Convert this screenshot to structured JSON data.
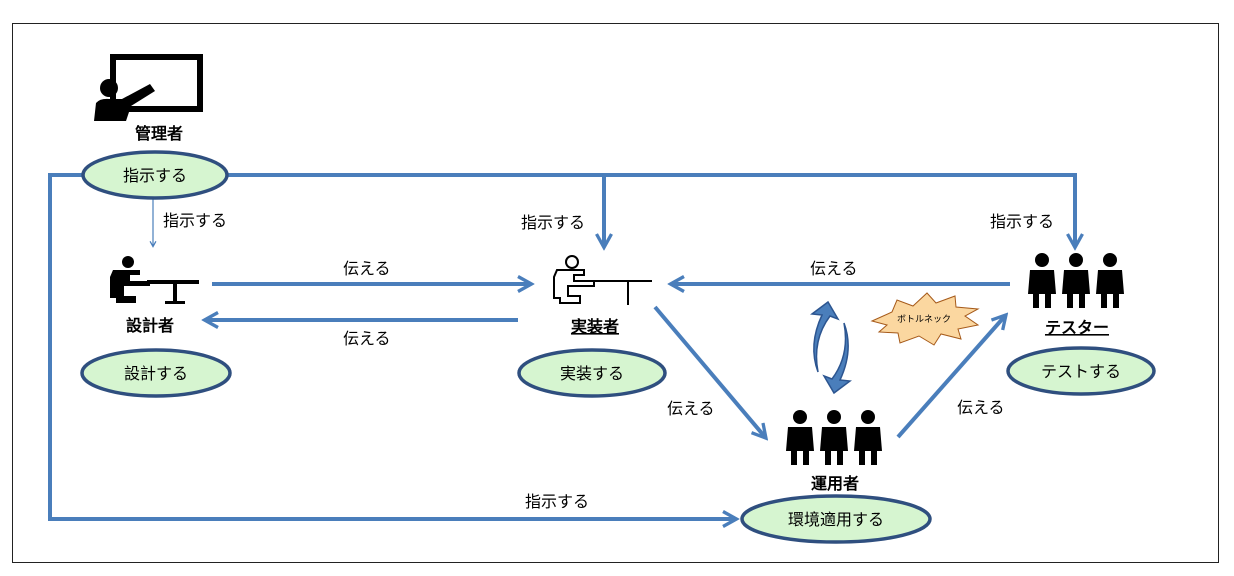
{
  "roles": {
    "manager": "管理者",
    "designer": "設計者",
    "implementer": "実装者",
    "operator": "運用者",
    "tester": "テスター"
  },
  "actions": {
    "instruct": "指示する",
    "design": "設計する",
    "implement": "実装する",
    "test": "テストする",
    "apply_env": "環境適用する"
  },
  "edge_labels": {
    "to_designer": "指示する",
    "to_implementer": "指示する",
    "to_tester": "指示する",
    "to_operator": "指示する",
    "designer_to_impl": "伝える",
    "impl_to_designer": "伝える",
    "tester_to_impl": "伝える",
    "impl_to_operator": "伝える",
    "operator_to_tester": "伝える"
  },
  "bottleneck": "ボトルネック",
  "icons": {
    "manager": "teacher-board-icon",
    "designer": "person-at-desk-icon",
    "implementer": "person-at-desk-outline-icon",
    "operator": "group-icon",
    "tester": "group-icon",
    "cycle": "cycle-arrows-icon",
    "burst": "explosion-burst-icon"
  },
  "colors": {
    "arrow": "#4a7ebb",
    "ellipse_fill": "#d6f5d0",
    "ellipse_border": "#2f4f7f",
    "burst_fill": "#fbd7a0",
    "burst_border": "#a65a1a",
    "icon": "#000000"
  }
}
